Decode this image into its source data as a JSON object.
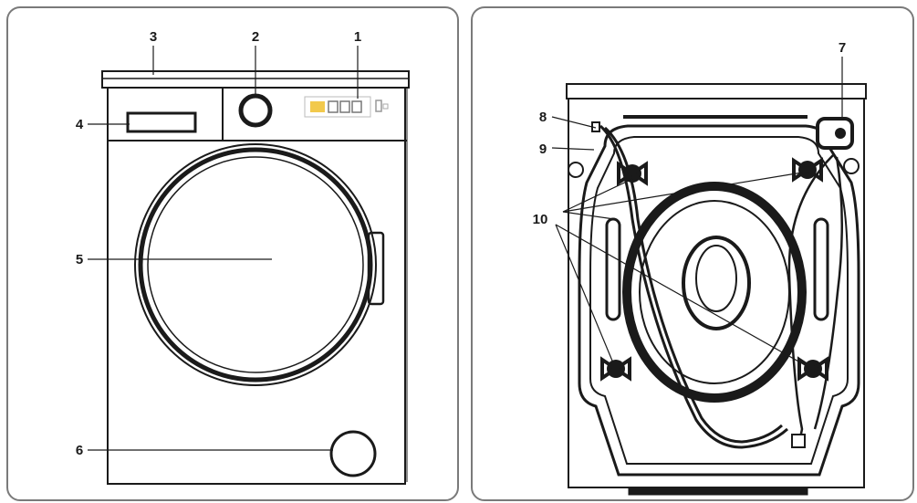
{
  "front_view": {
    "callouts": [
      "1",
      "2",
      "3",
      "4",
      "5",
      "6"
    ]
  },
  "back_view": {
    "callouts": [
      "7",
      "8",
      "9",
      "10"
    ]
  },
  "colors": {
    "line": "#1a1a1a",
    "panel_border": "#7a7a7a",
    "display_accent": "#f2c94c"
  }
}
